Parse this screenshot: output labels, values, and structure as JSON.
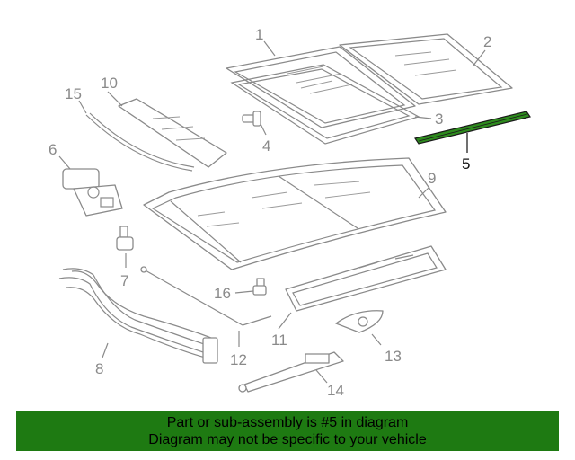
{
  "diagram": {
    "highlight_color": "#2e8b1e",
    "callouts": [
      {
        "id": "1",
        "text": "1"
      },
      {
        "id": "2",
        "text": "2"
      },
      {
        "id": "3",
        "text": "3"
      },
      {
        "id": "4",
        "text": "4"
      },
      {
        "id": "5",
        "text": "5",
        "highlighted": true
      },
      {
        "id": "6",
        "text": "6"
      },
      {
        "id": "7",
        "text": "7"
      },
      {
        "id": "8",
        "text": "8"
      },
      {
        "id": "9",
        "text": "9"
      },
      {
        "id": "10",
        "text": "10"
      },
      {
        "id": "11",
        "text": "11"
      },
      {
        "id": "12",
        "text": "12"
      },
      {
        "id": "13",
        "text": "13"
      },
      {
        "id": "14",
        "text": "14"
      },
      {
        "id": "15",
        "text": "15"
      },
      {
        "id": "16",
        "text": "16"
      }
    ]
  },
  "banner": {
    "background": "#1e7a12",
    "line1": "Part or sub-assembly is #5 in diagram",
    "line2": "Diagram may not be specific to your vehicle"
  }
}
